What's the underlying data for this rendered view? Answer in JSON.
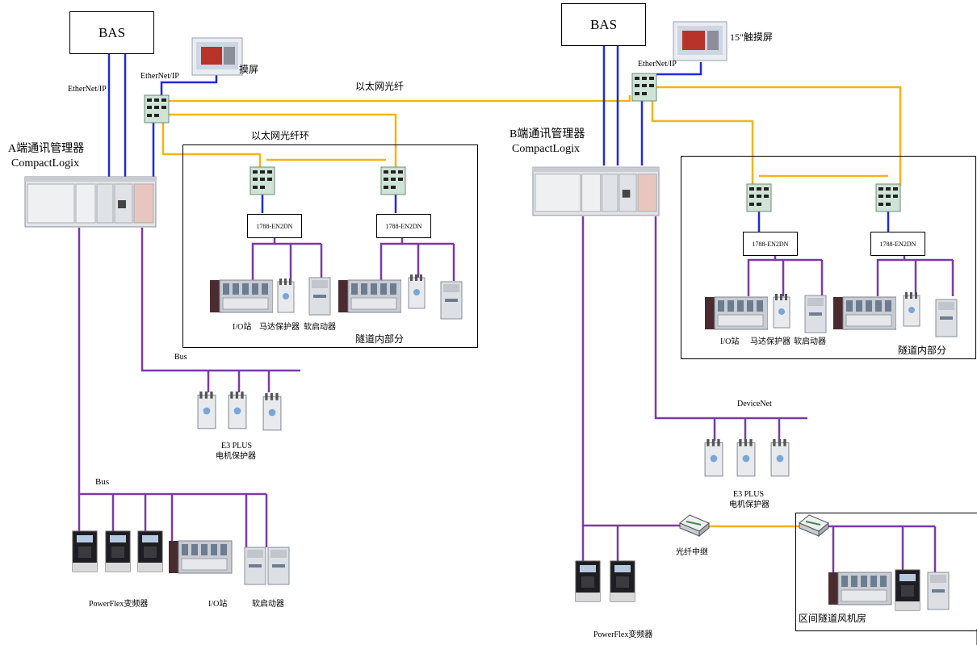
{
  "a_side": {
    "bas_label": "BAS",
    "ethernet_ip_left": "EtherNet/IP",
    "ethernet_ip_top": "EtherNet/IP",
    "touch_label": "摸屏",
    "manager_title": "A端通讯管理器",
    "manager_model": "CompactLogix",
    "ring_label": "以太网光纤环",
    "module_1": "1788-EN2DN",
    "module_2": "1788-EN2DN",
    "io_station": "I/O站",
    "motor_protector": "马达保护器",
    "soft_starter": "软启动器",
    "tunnel_inner": "隧道内部分",
    "bus_1": "Bus",
    "e3_plus": "E3 PLUS",
    "e3_desc": "电机保护器",
    "bus_2": "Bus",
    "powerflex": "PowerFlex变频器",
    "io_station_bottom": "I/O站",
    "soft_starter_bottom": "软启动器"
  },
  "fiber_label": "以太网光纤",
  "b_side": {
    "bas_label": "BAS",
    "touch_label": "15\"触摸屏",
    "ethernet_ip": "EtherNet/IP",
    "manager_title": "B端通讯管理器",
    "manager_model": "CompactLogix",
    "module_1": "1788-EN2DN",
    "module_2": "1788-EN2DN",
    "io_station": "I/O站",
    "motor_protector": "马达保护器",
    "soft_starter": "软启动器",
    "tunnel_inner": "隧道内部分",
    "devicenet": "DeviceNet",
    "e3_plus": "E3 PLUS",
    "e3_desc": "电机保护器",
    "fiber_repeater": "光纤中继",
    "fan_room": "区间隧道风机房",
    "powerflex": "PowerFlex变频器"
  },
  "colors": {
    "ethernet": "#1f2bd6",
    "fiber": "#f6b21a",
    "devicenet": "#7a3aa6",
    "switch": "#cfe3d6"
  }
}
